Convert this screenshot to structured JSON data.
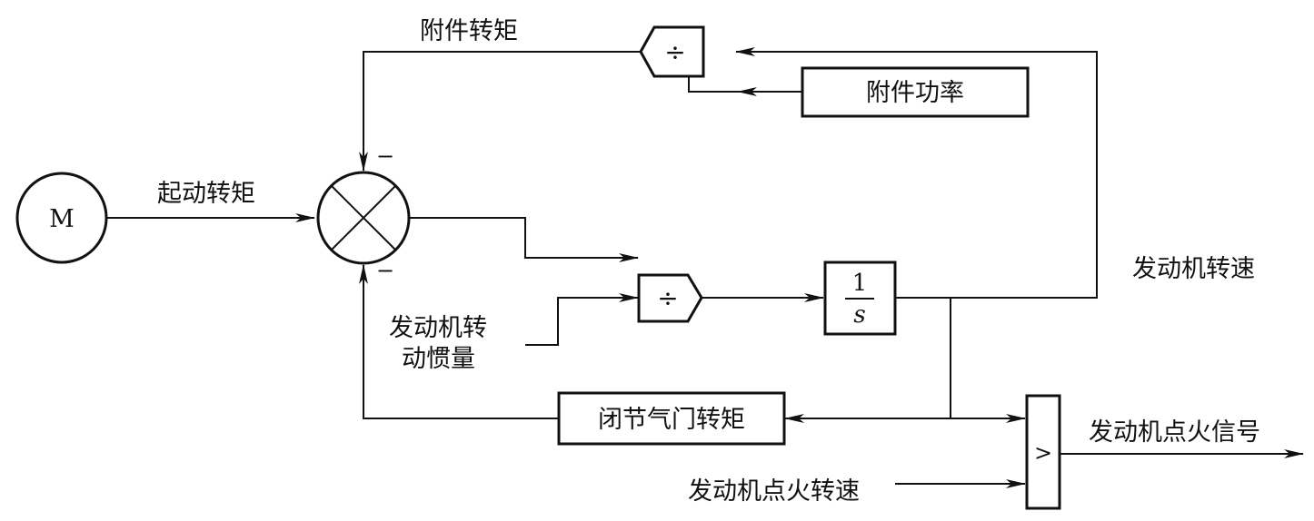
{
  "diagram": {
    "motor_symbol": "M",
    "starting_torque_label": "起动转矩",
    "accessory_torque_label": "附件转矩",
    "accessory_power_label": "附件功率",
    "divide_symbol": "÷",
    "minus_sign": "−",
    "engine_speed_label": "发动机转速",
    "inertia_label_line1": "发动机转",
    "inertia_label_line2": "动惯量",
    "integrator_numerator": "1",
    "integrator_denominator": "s",
    "closed_throttle_torque_label": "闭节气门转矩",
    "compare_symbol": ">",
    "ignition_signal_label": "发动机点火信号",
    "ignition_speed_label": "发动机点火转速"
  }
}
